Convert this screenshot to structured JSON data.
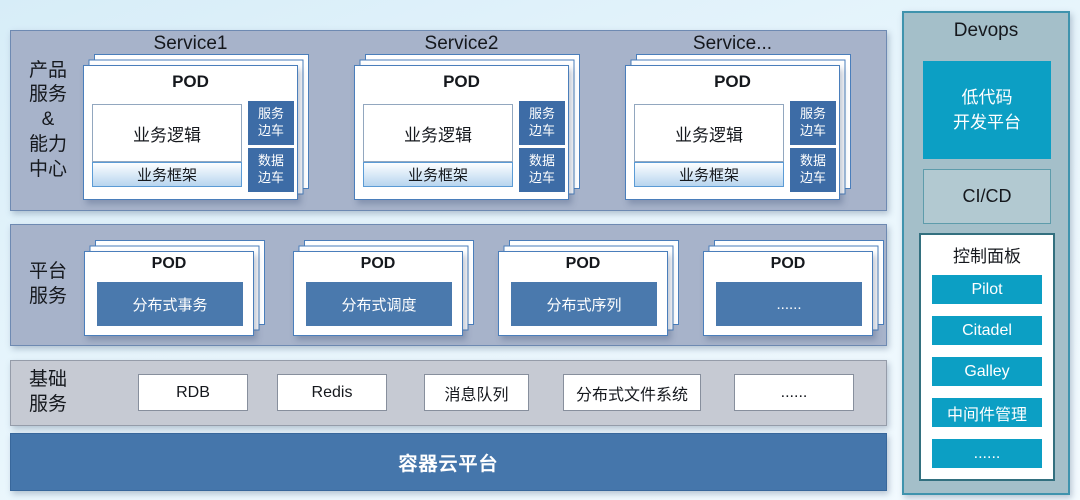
{
  "rows": {
    "product": {
      "label": "产品\n服务\n&\n能力\n中心",
      "services": [
        {
          "title": "Service1",
          "pod_title": "POD",
          "logic": "业务逻辑",
          "framework": "业务框架",
          "sidecars": [
            "服务\n边车",
            "数据\n边车"
          ]
        },
        {
          "title": "Service2",
          "pod_title": "POD",
          "logic": "业务逻辑",
          "framework": "业务框架",
          "sidecars": [
            "服务\n边车",
            "数据\n边车"
          ]
        },
        {
          "title": "Service...",
          "pod_title": "POD",
          "logic": "业务逻辑",
          "framework": "业务框架",
          "sidecars": [
            "服务\n边车",
            "数据\n边车"
          ]
        }
      ]
    },
    "platform": {
      "label": "平台\n服务",
      "pods": [
        {
          "pod_title": "POD",
          "service": "分布式事务"
        },
        {
          "pod_title": "POD",
          "service": "分布式调度"
        },
        {
          "pod_title": "POD",
          "service": "分布式序列"
        },
        {
          "pod_title": "POD",
          "service": "......"
        }
      ]
    },
    "infra": {
      "label": "基础\n服务",
      "items": [
        "RDB",
        "Redis",
        "消息队列",
        "分布式文件系统",
        "......"
      ]
    },
    "container": {
      "title": "容器云平台"
    }
  },
  "devops": {
    "title": "Devops",
    "lowcode_label": "低代码\n开发平台",
    "cicd_label": "CI/CD",
    "control_panel": {
      "title": "控制面板",
      "buttons": [
        "Pilot",
        "Citadel",
        "Galley",
        "中间件管理",
        "......"
      ]
    }
  },
  "palette": {
    "band_bg": "#a7b3ca",
    "band_border": "#6e8ab2",
    "infra_band_bg": "#c6cad3",
    "container_bar_blue": "#4576ab",
    "pod_inner_blue": "#4a79ad",
    "sidecar_blue": "#3d6ca6",
    "card_border_blue": "#4a7ebb",
    "framework_gradient_blue": "#b7d5ef",
    "devops_bg": "#a4bfc9",
    "devops_border_teal": "#3f93ad",
    "teal_button": "#0c9fc4",
    "page_bg_top": "#d7edf8",
    "page_bg_bottom": "#f4fbff"
  }
}
